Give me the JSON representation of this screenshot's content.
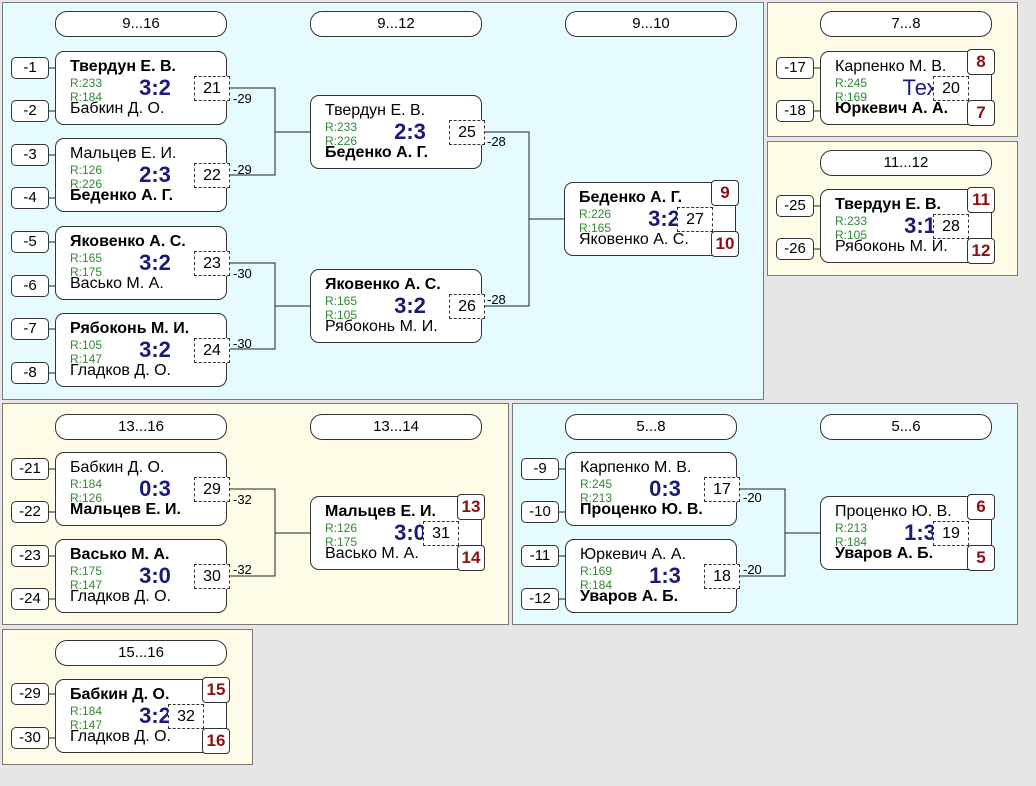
{
  "panels": {
    "main": {
      "titles": [
        "9...16",
        "9...12",
        "9...10"
      ],
      "slots": [
        "-1",
        "-2",
        "-3",
        "-4",
        "-5",
        "-6",
        "-7",
        "-8"
      ],
      "links": [
        "-29",
        "-29",
        "-30",
        "-30",
        "-28",
        "-28"
      ],
      "matches": [
        {
          "p1": "Твердун Е. В.",
          "r1": "R:233",
          "p2": "Бабкин Д. О.",
          "r2": "R:184",
          "score": "3:2",
          "num": "21"
        },
        {
          "p1": "Мальцев Е. И.",
          "r1": "R:126",
          "p2": "Беденко А. Г.",
          "r2": "R:226",
          "score": "2:3",
          "num": "22"
        },
        {
          "p1": "Яковенко А. С.",
          "r1": "R:165",
          "p2": "Васько М. А.",
          "r2": "R:175",
          "score": "3:2",
          "num": "23"
        },
        {
          "p1": "Рябоконь М. И.",
          "r1": "R:105",
          "p2": "Гладков Д. О.",
          "r2": "R:147",
          "score": "3:2",
          "num": "24"
        },
        {
          "p1": "Твердун Е. В.",
          "r1": "R:233",
          "p2": "Беденко А. Г.",
          "r2": "R:226",
          "score": "2:3",
          "num": "25"
        },
        {
          "p1": "Яковенко А. С.",
          "r1": "R:165",
          "p2": "Рябоконь М. И.",
          "r2": "R:105",
          "score": "3:2",
          "num": "26"
        },
        {
          "p1": "Беденко А. Г.",
          "r1": "R:226",
          "p2": "Яковенко А. С.",
          "r2": "R:165",
          "score": "3:2",
          "num": "27",
          "place1": "9",
          "place2": "10"
        }
      ]
    },
    "p78": {
      "title": "7...8",
      "slots": [
        "-17",
        "-18"
      ],
      "match": {
        "p1": "Карпенко М. В.",
        "r1": "R:245",
        "p2": "Юркевич А. А.",
        "r2": "R:169",
        "score": "Тех",
        "num": "20",
        "place1": "8",
        "place2": "7"
      }
    },
    "p1112": {
      "title": "11...12",
      "slots": [
        "-25",
        "-26"
      ],
      "match": {
        "p1": "Твердун Е. В.",
        "r1": "R:233",
        "p2": "Рябоконь М. И.",
        "r2": "R:105",
        "score": "3:1",
        "num": "28",
        "place1": "11",
        "place2": "12"
      }
    },
    "p1316": {
      "titles": [
        "13...16",
        "13...14"
      ],
      "slots": [
        "-21",
        "-22",
        "-23",
        "-24"
      ],
      "links": [
        "-32",
        "-32"
      ],
      "matches": [
        {
          "p1": "Бабкин Д. О.",
          "r1": "R:184",
          "p2": "Мальцев Е. И.",
          "r2": "R:126",
          "score": "0:3",
          "num": "29"
        },
        {
          "p1": "Васько М. А.",
          "r1": "R:175",
          "p2": "Гладков Д. О.",
          "r2": "R:147",
          "score": "3:0",
          "num": "30"
        },
        {
          "p1": "Мальцев Е. И.",
          "r1": "R:126",
          "p2": "Васько М. А.",
          "r2": "R:175",
          "score": "3:0",
          "num": "31",
          "place1": "13",
          "place2": "14"
        }
      ]
    },
    "p58": {
      "titles": [
        "5...8",
        "5...6"
      ],
      "slots": [
        "-9",
        "-10",
        "-11",
        "-12"
      ],
      "links": [
        "-20",
        "-20"
      ],
      "matches": [
        {
          "p1": "Карпенко М. В.",
          "r1": "R:245",
          "p2": "Проценко Ю. В.",
          "r2": "R:213",
          "score": "0:3",
          "num": "17"
        },
        {
          "p1": "Юркевич А. А.",
          "r1": "R:169",
          "p2": "Уваров А. Б.",
          "r2": "R:184",
          "score": "1:3",
          "num": "18"
        },
        {
          "p1": "Проценко Ю. В.",
          "r1": "R:213",
          "p2": "Уваров А. Б.",
          "r2": "R:184",
          "score": "1:3",
          "num": "19",
          "place1": "6",
          "place2": "5"
        }
      ]
    },
    "p1516": {
      "title": "15...16",
      "slots": [
        "-29",
        "-30"
      ],
      "match": {
        "p1": "Бабкин Д. О.",
        "r1": "R:184",
        "p2": "Гладков Д. О.",
        "r2": "R:147",
        "score": "3:2",
        "num": "32",
        "place1": "15",
        "place2": "16"
      }
    }
  }
}
